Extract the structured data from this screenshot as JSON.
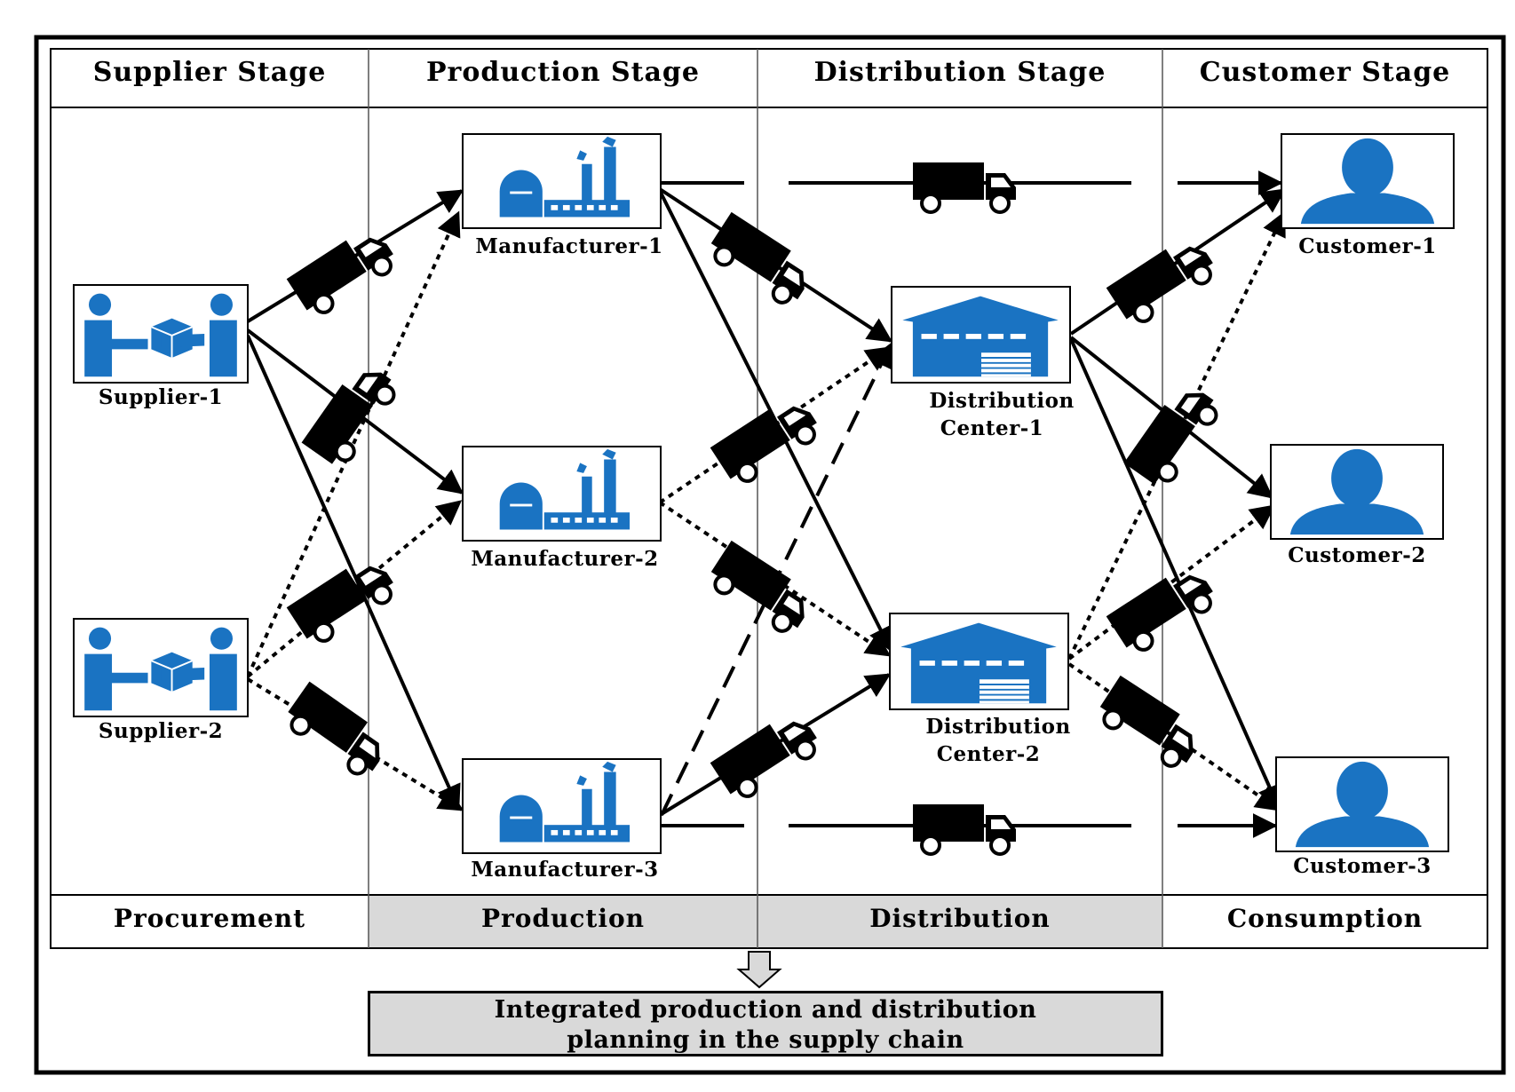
{
  "stages": [
    {
      "header": "Supplier Stage",
      "footer": "Procurement"
    },
    {
      "header": "Production Stage",
      "footer": "Production"
    },
    {
      "header": "Distribution Stage",
      "footer": "Distribution"
    },
    {
      "header": "Customer Stage",
      "footer": "Consumption"
    }
  ],
  "nodes": {
    "supplier_1": "Supplier-1",
    "supplier_2": "Supplier-2",
    "manufacturer_1": "Manufacturer-1",
    "manufacturer_2": "Manufacturer-2",
    "manufacturer_3": "Manufacturer-3",
    "dc_1_line1": "Distribution",
    "dc_1_line2": "Center-1",
    "dc_2_line1": "Distribution",
    "dc_2_line2": "Center-2",
    "customer_1": "Customer-1",
    "customer_2": "Customer-2",
    "customer_3": "Customer-3"
  },
  "summary": {
    "line1": "Integrated production and distribution",
    "line2": "planning in the supply chain"
  },
  "colors": {
    "icon_blue": "#1a73c2",
    "footer_shade": "#d9d9d9",
    "line": "#000000"
  }
}
